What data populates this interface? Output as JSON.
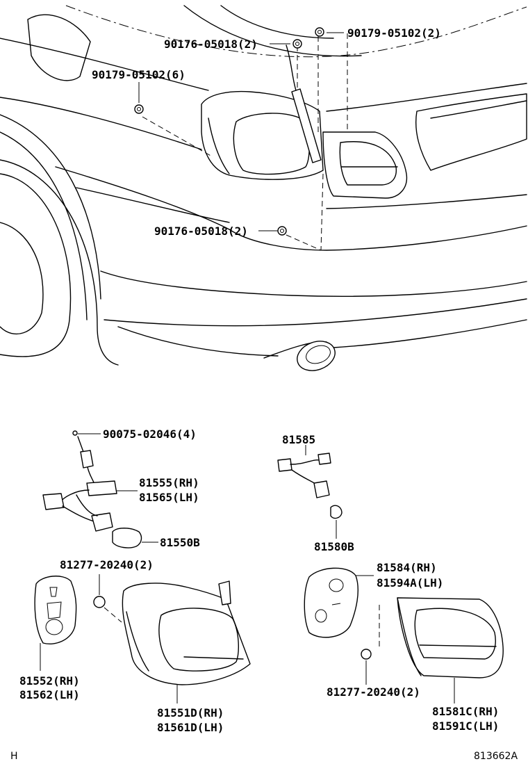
{
  "parts": {
    "p_90176_top": "90176-05018(2)",
    "p_90179_top": "90179-05102(2)",
    "p_90179_left": "90179-05102(6)",
    "p_90176_mid": "90176-05018(2)",
    "p_90075": "90075-02046(4)",
    "p_81555": "81555(RH)",
    "p_81565": "81565(LH)",
    "p_81550b": "81550B",
    "p_81585": "81585",
    "p_81580b": "81580B",
    "p_81277_left": "81277-20240(2)",
    "p_81584": "81584(RH)",
    "p_81594a": "81594A(LH)",
    "p_81552": "81552(RH)",
    "p_81562": "81562(LH)",
    "p_81551d": "81551D(RH)",
    "p_81561d": "81561D(LH)",
    "p_81277_right": "81277-20240(2)",
    "p_81581c": "81581C(RH)",
    "p_81591c": "81591C(LH)"
  },
  "footer": {
    "left_mark": "H",
    "diagram_code": "813662A"
  }
}
